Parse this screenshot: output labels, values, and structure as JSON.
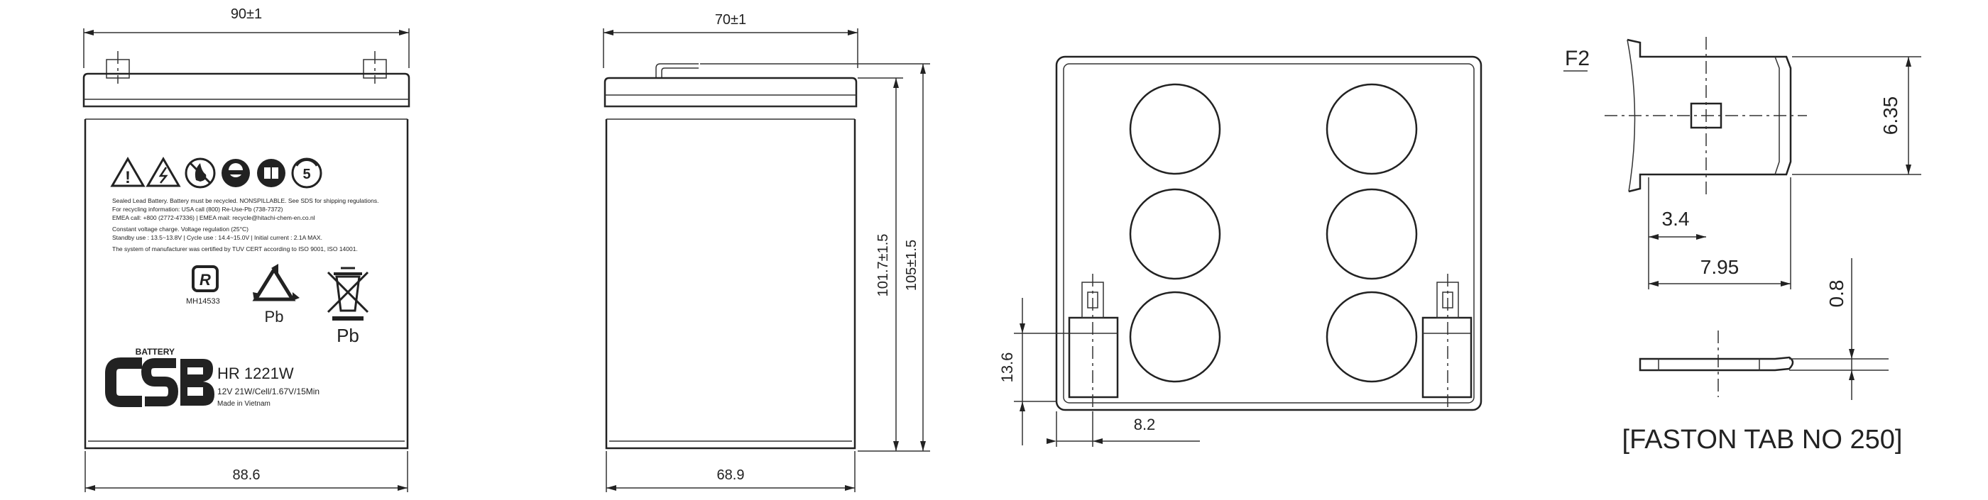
{
  "front_view": {
    "top_width": "90±1",
    "bottom_width": "88.6",
    "warning_text": [
      "Sealed Lead Battery. Battery must be recycled. NONSPILLABLE. See SDS for shipping regulations.",
      "For recycling information: USA call (800) Re-Use-Pb (738-7372)",
      "EMEA call: +800 (2772-47336) | EMEA mail: recycle@hitachi-chem-en.co.nl",
      "Constant voltage charge. Voltage regulation (25°C)",
      "Standby use : 13.5~13.8V | Cycle use : 14.4~15.0V | Initial current : 2.1A MAX.",
      "The system of manufacturer was certified by TUV CERT according to ISO 9001, ISO 14001."
    ],
    "ul_code": "MH14533",
    "recycle_label": "Pb",
    "bin_label": "Pb",
    "battery_label": "BATTERY",
    "brand": "CSB",
    "model": "HR 1221W",
    "spec": "12V 21W/Cell/1.67V/15Min",
    "origin": "Made in Vietnam",
    "cycle_number": "5"
  },
  "side_view": {
    "top_width": "70±1",
    "bottom_width": "68.9",
    "height_inner": "101.7±1.5",
    "height_total": "105±1.5"
  },
  "top_view": {
    "terminal_height": "13.6",
    "terminal_offset": "8.2"
  },
  "terminal_detail": {
    "label": "F2",
    "dim_width": "6.35",
    "dim_hole": "3.4",
    "dim_length": "7.95",
    "dim_thickness": "0.8",
    "caption": "[FASTON TAB NO 250]"
  }
}
